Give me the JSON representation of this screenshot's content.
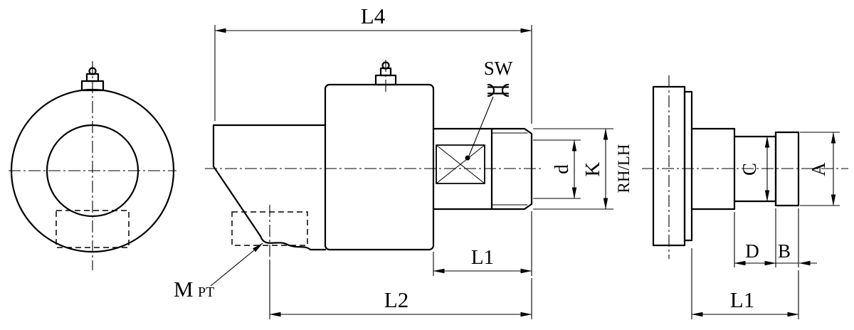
{
  "colors": {
    "line": "#000000",
    "background": "#ffffff"
  },
  "labels": {
    "l4": "L4",
    "sw": "SW",
    "bore": "d",
    "thread_od": "K",
    "rotation": "RH/LH",
    "l1_front": "L1",
    "l2": "L2",
    "port_thread_m": "M",
    "port_thread_pt": "PT",
    "neck_dia": "C",
    "tip_dia": "A",
    "neck_len": "D",
    "tip_len": "B",
    "l1_side": "L1"
  },
  "icons": {
    "wrench": "open-end-wrench-icon",
    "grease_fitting": "grease-nipple-icon"
  }
}
